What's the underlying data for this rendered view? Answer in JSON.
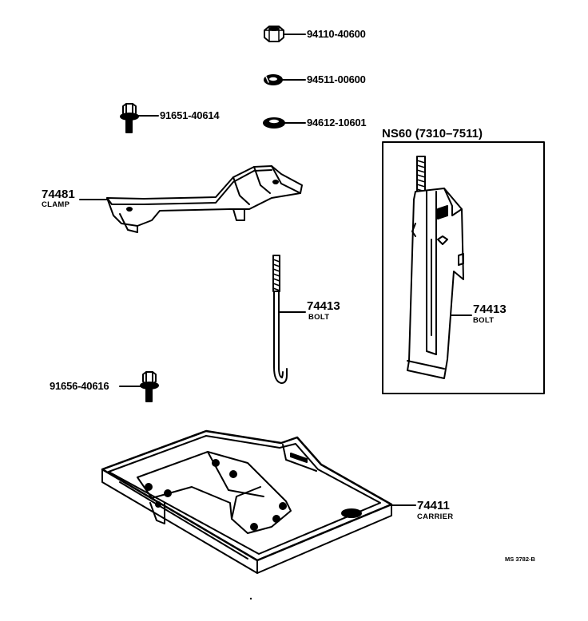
{
  "parts": {
    "nut": "94110-40600",
    "lock_washer": "94511-00600",
    "washer": "94612-10601",
    "clamp_bolt": "91651-40614",
    "clamp_number": "74481",
    "clamp_name": "CLAMP",
    "hook_bolt_number": "74413",
    "hook_bolt_name": "BOLT",
    "carrier_bolt": "91656-40616",
    "carrier_number": "74411",
    "carrier_name": "CARRIER"
  },
  "variant": {
    "header": "NS60 (7310–7511)",
    "bolt_number": "74413",
    "bolt_name": "BOLT"
  },
  "drawing_code": "MS 3782-B"
}
